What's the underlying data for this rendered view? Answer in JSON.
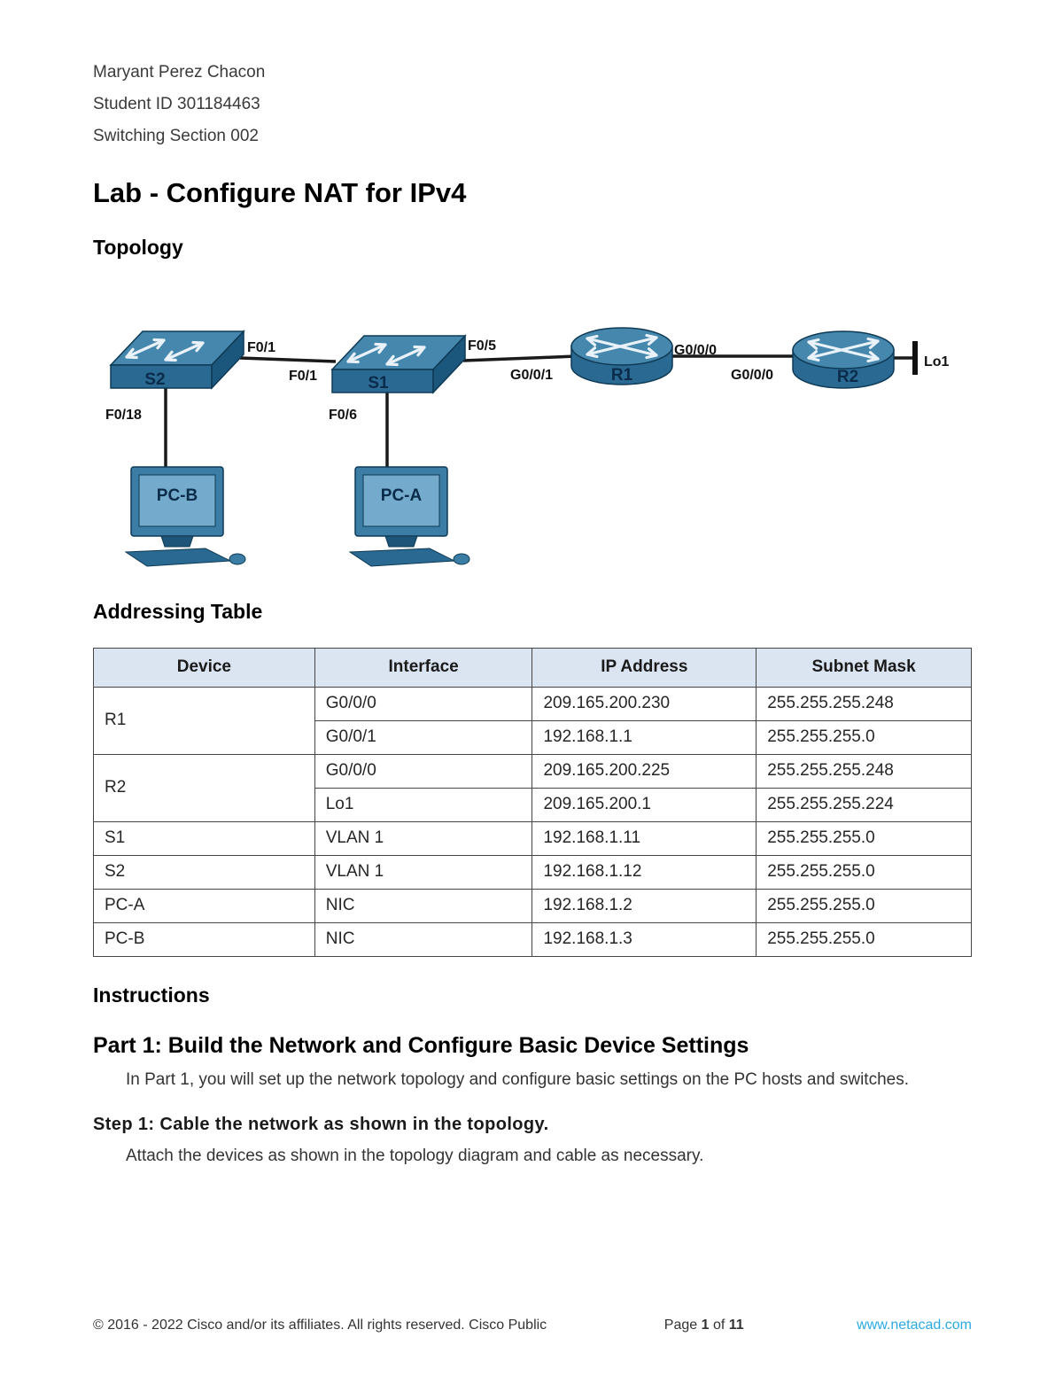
{
  "header": {
    "line1": "Maryant Perez Chacon",
    "line2": "Student ID 301184463",
    "line3": "Switching Section 002"
  },
  "title": "Lab - Configure NAT for IPv4",
  "topology": {
    "heading": "Topology",
    "devices": {
      "s2": "S2",
      "s1": "S1",
      "r1": "R1",
      "r2": "R2",
      "pc_b": "PC-B",
      "pc_a": "PC-A"
    },
    "interface_labels": {
      "s2_to_s1": "F0/1",
      "s1_to_s2": "F0/1",
      "s1_to_r1": "F0/5",
      "r1_to_s1": "G0/0/1",
      "r1_to_r2": "G0/0/0",
      "r2_to_r1": "G0/0/0",
      "r2_loopback": "Lo1",
      "s2_to_pcb": "F0/18",
      "s1_to_pca": "F0/6"
    }
  },
  "addressing_table": {
    "heading": "Addressing Table",
    "columns": [
      "Device",
      "Interface",
      "IP Address",
      "Subnet Mask"
    ],
    "rows": [
      {
        "device": "R1",
        "interface": "G0/0/0",
        "ip_address": "209.165.200.230",
        "subnet_mask": "255.255.255.248"
      },
      {
        "interface": "G0/0/1",
        "ip_address": "192.168.1.1",
        "subnet_mask": "255.255.255.0"
      },
      {
        "device": "R2",
        "interface": "G0/0/0",
        "ip_address": "209.165.200.225",
        "subnet_mask": "255.255.255.248"
      },
      {
        "interface": "Lo1",
        "ip_address": "209.165.200.1",
        "subnet_mask": "255.255.255.224"
      },
      {
        "device": "S1",
        "interface": "VLAN 1",
        "ip_address": "192.168.1.11",
        "subnet_mask": "255.255.255.0"
      },
      {
        "device": "S2",
        "interface": "VLAN 1",
        "ip_address": "192.168.1.12",
        "subnet_mask": "255.255.255.0"
      },
      {
        "device": "PC-A",
        "interface": "NIC",
        "ip_address": "192.168.1.2",
        "subnet_mask": "255.255.255.0"
      },
      {
        "device": "PC-B",
        "interface": "NIC",
        "ip_address": "192.168.1.3",
        "subnet_mask": "255.255.255.0"
      }
    ]
  },
  "instructions": {
    "heading": "Instructions",
    "part1": {
      "heading": "Part 1: Build the Network and Configure Basic Device Settings",
      "intro": "In Part 1, you will set up the network topology and configure basic settings on the PC hosts and switches."
    },
    "step1": {
      "heading": "Step 1: Cable the network as shown in the topology.",
      "body": "Attach the devices as shown in the topology diagram and cable as necessary."
    }
  },
  "footer": {
    "copyright": "© 2016 - 2022 Cisco and/or its affiliates. All rights reserved. Cisco Public",
    "page_label": "Page ",
    "page_number": "1",
    "of_label": " of ",
    "page_total": "11",
    "website": "www.netacad.com"
  }
}
